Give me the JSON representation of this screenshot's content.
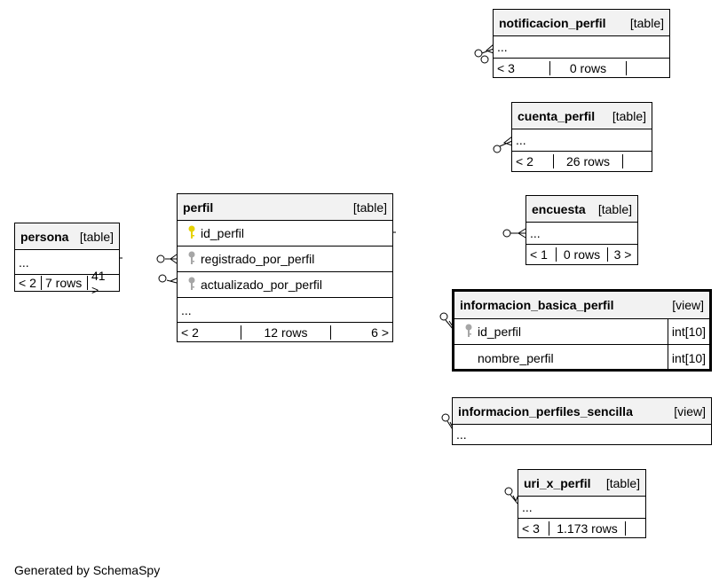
{
  "tables": {
    "persona": {
      "name": "persona",
      "kind": "[table]",
      "placeholder": "...",
      "parents": "< 2",
      "rows": "7 rows",
      "children": "41 >"
    },
    "perfil": {
      "name": "perfil",
      "kind": "[table]",
      "columns": [
        "id_perfil",
        "registrado_por_perfil",
        "actualizado_por_perfil"
      ],
      "placeholder": "...",
      "parents": "< 2",
      "rows": "12 rows",
      "children": "6 >"
    },
    "notificacion_perfil": {
      "name": "notificacion_perfil",
      "kind": "[table]",
      "placeholder": "...",
      "parents": "< 3",
      "rows": "0 rows",
      "children": ""
    },
    "cuenta_perfil": {
      "name": "cuenta_perfil",
      "kind": "[table]",
      "placeholder": "...",
      "parents": "< 2",
      "rows": "26 rows",
      "children": ""
    },
    "encuesta": {
      "name": "encuesta",
      "kind": "[table]",
      "placeholder": "...",
      "parents": "< 1",
      "rows": "0 rows",
      "children": "3 >"
    },
    "informacion_basica_perfil": {
      "name": "informacion_basica_perfil",
      "kind": "[view]",
      "columns": [
        {
          "name": "id_perfil",
          "type": "int[10]"
        },
        {
          "name": "nombre_perfil",
          "type": "int[10]"
        }
      ]
    },
    "informacion_perfiles_sencilla": {
      "name": "informacion_perfiles_sencilla",
      "kind": "[view]",
      "placeholder": "..."
    },
    "uri_x_perfil": {
      "name": "uri_x_perfil",
      "kind": "[table]",
      "placeholder": "...",
      "parents": "< 3",
      "rows": "1.173 rows",
      "children": ""
    }
  },
  "key_colors": {
    "primary": "#e6d200",
    "foreign": "#a6a6a6"
  },
  "footer": "Generated by SchemaSpy"
}
